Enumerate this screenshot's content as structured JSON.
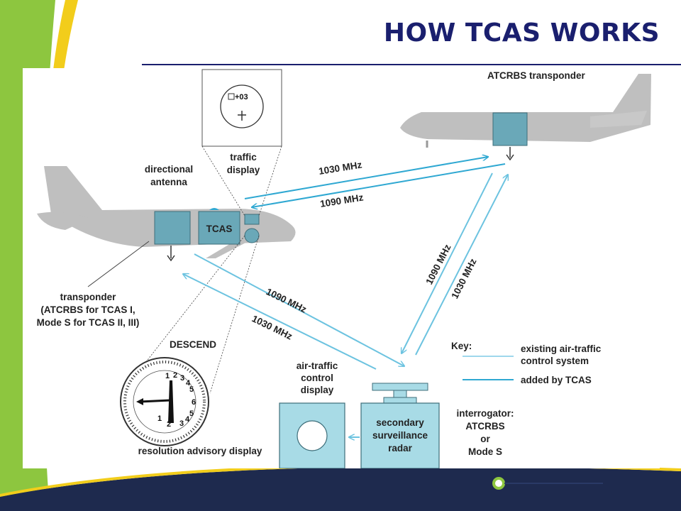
{
  "title": "HOW TCAS WORKS",
  "diagram": {
    "labels": {
      "atcrbs_transponder": "ATCRBS transponder",
      "traffic_display_l1": "traffic",
      "traffic_display_l2": "display",
      "directional_antenna_l1": "directional",
      "directional_antenna_l2": "antenna",
      "tcas": "TCAS",
      "transponder_l1": "transponder",
      "transponder_l2": "(ATCRBS for TCAS I,",
      "transponder_l3": "Mode S for TCAS II, III)",
      "descend": "DESCEND",
      "resolution_advisory": "resolution advisory display",
      "atc_display_l1": "air-traffic",
      "atc_display_l2": "control",
      "atc_display_l3": "display",
      "ssr_l1": "secondary",
      "ssr_l2": "surveillance",
      "ssr_l3": "radar",
      "interrogator_l1": "interrogator:",
      "interrogator_l2": "ATCRBS",
      "interrogator_l3": "or",
      "interrogator_l4": "Mode S",
      "traffic_readout": "+03"
    },
    "frequencies": {
      "upper_1030": "1030 MHz",
      "upper_1090": "1090 MHz",
      "lower_1090": "1090 MHz",
      "lower_1030": "1030 MHz",
      "right_1090": "1090 MHz",
      "right_1030": "1030 MHz"
    },
    "key": {
      "title": "Key:",
      "existing_l1": "existing air-traffic",
      "existing_l2": "control system",
      "added": "added by TCAS"
    },
    "dial_numbers": [
      "1",
      "2",
      "3",
      "4",
      "5",
      "6",
      "5",
      "4",
      "3",
      "2",
      "1"
    ]
  },
  "colors": {
    "title": "#1a1f6e",
    "existing_line": "#9fd7ec",
    "added_line": "#2fa8d2",
    "aircraft_gray": "#bfbfbf",
    "equipment": "#6aa8b8",
    "station": "#a8dbe6",
    "green_band": "#8dc63f",
    "yellow_band": "#f2cd1b",
    "navy_band": "#1e2a4e"
  }
}
